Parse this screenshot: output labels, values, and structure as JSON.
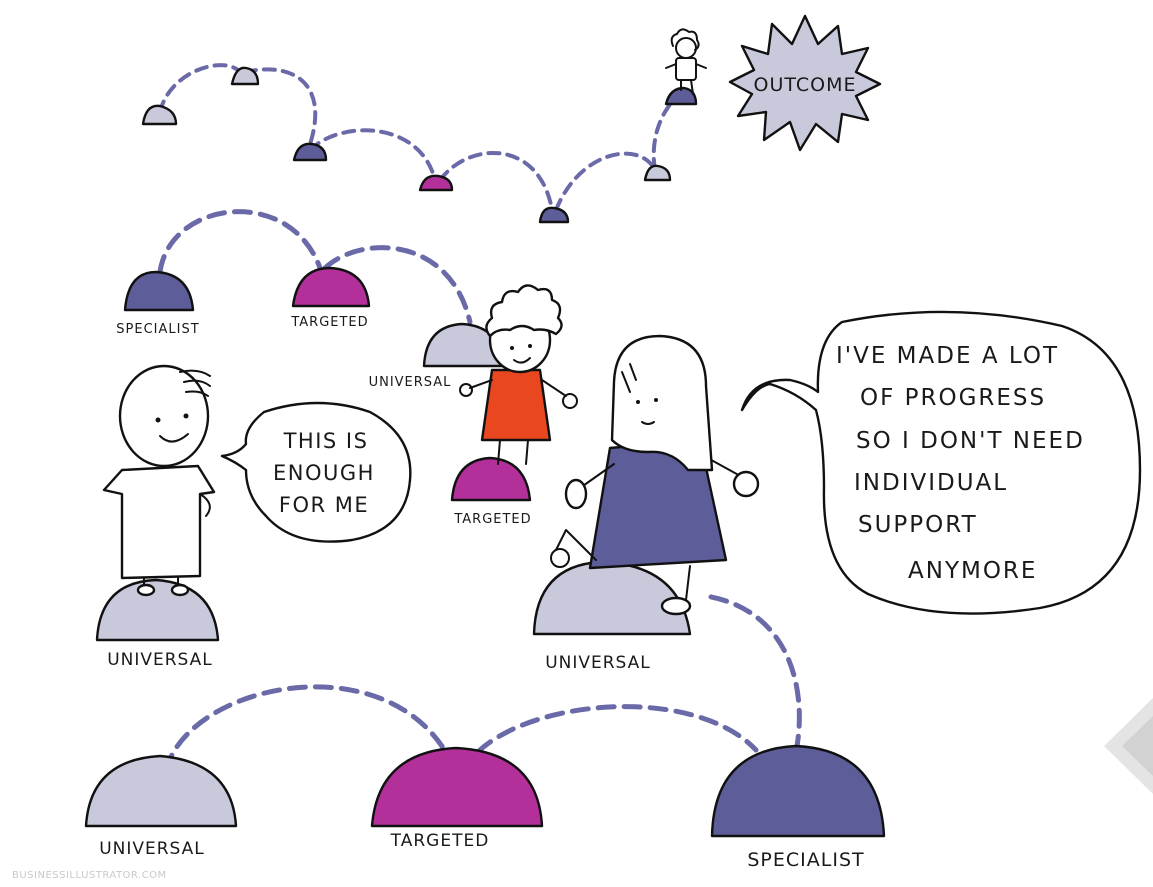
{
  "colors": {
    "universal": "#c9c9dc",
    "targeted": "#b3309a",
    "specialist": "#5d5d99",
    "dashes": "#6a6aa8",
    "orange_dress": "#e8471f",
    "blue_dress": "#5d5d99"
  },
  "labels": {
    "outcome": "OUTCOME",
    "mid_specialist": "SPECIALIST",
    "mid_targeted": "TARGETED",
    "center_universal": "UNIVERSAL",
    "center_targeted": "TARGETED",
    "left_universal": "UNIVERSAL",
    "right_universal": "UNIVERSAL",
    "bottom_universal": "UNIVERSAL",
    "bottom_targeted": "TARGETED",
    "bottom_specialist": "SPECIALIST"
  },
  "bubbles": {
    "left": [
      "THIS IS",
      "ENOUGH",
      "FOR ME"
    ],
    "right": [
      "I'VE MADE A LOT",
      "OF PROGRESS",
      "SO I DON'T NEED",
      "INDIVIDUAL",
      "SUPPORT",
      "ANYMORE"
    ]
  },
  "credit": "BUSINESSILLUSTRATOR.COM",
  "icons": {
    "corner_badge": "diamond-badge-icon"
  }
}
